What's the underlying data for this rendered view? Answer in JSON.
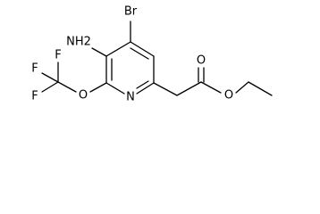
{
  "molecule": {
    "atoms": {
      "br": "Br",
      "nh2": "NH2",
      "n_ring": "N",
      "o_ether": "O",
      "f1": "F",
      "f2": "F",
      "f3": "F",
      "o_carbonyl": "O",
      "o_ester": "O"
    }
  }
}
